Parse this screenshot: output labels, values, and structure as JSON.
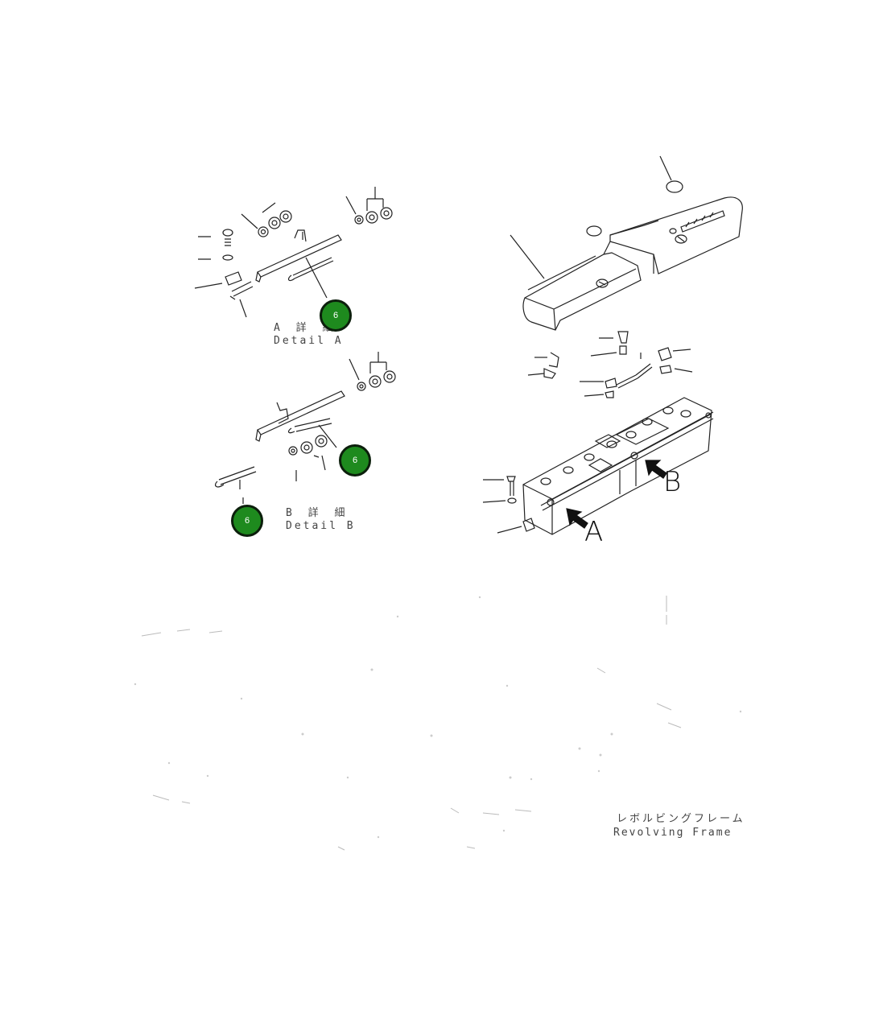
{
  "detail_a": {
    "jp": "A 詳 細",
    "en": "Detail A"
  },
  "detail_b": {
    "jp": "B 詳 細",
    "en": "Detail B"
  },
  "arrow_a": "A",
  "arrow_b": "B",
  "callouts": [
    "6",
    "6",
    "6"
  ],
  "frame_label": {
    "jp": "レボルビングフレーム",
    "en": "Revolving Frame"
  },
  "colors": {
    "callout_fill": "#1e8a1e",
    "callout_ring": "#0c1f0c",
    "line": "#222222"
  }
}
